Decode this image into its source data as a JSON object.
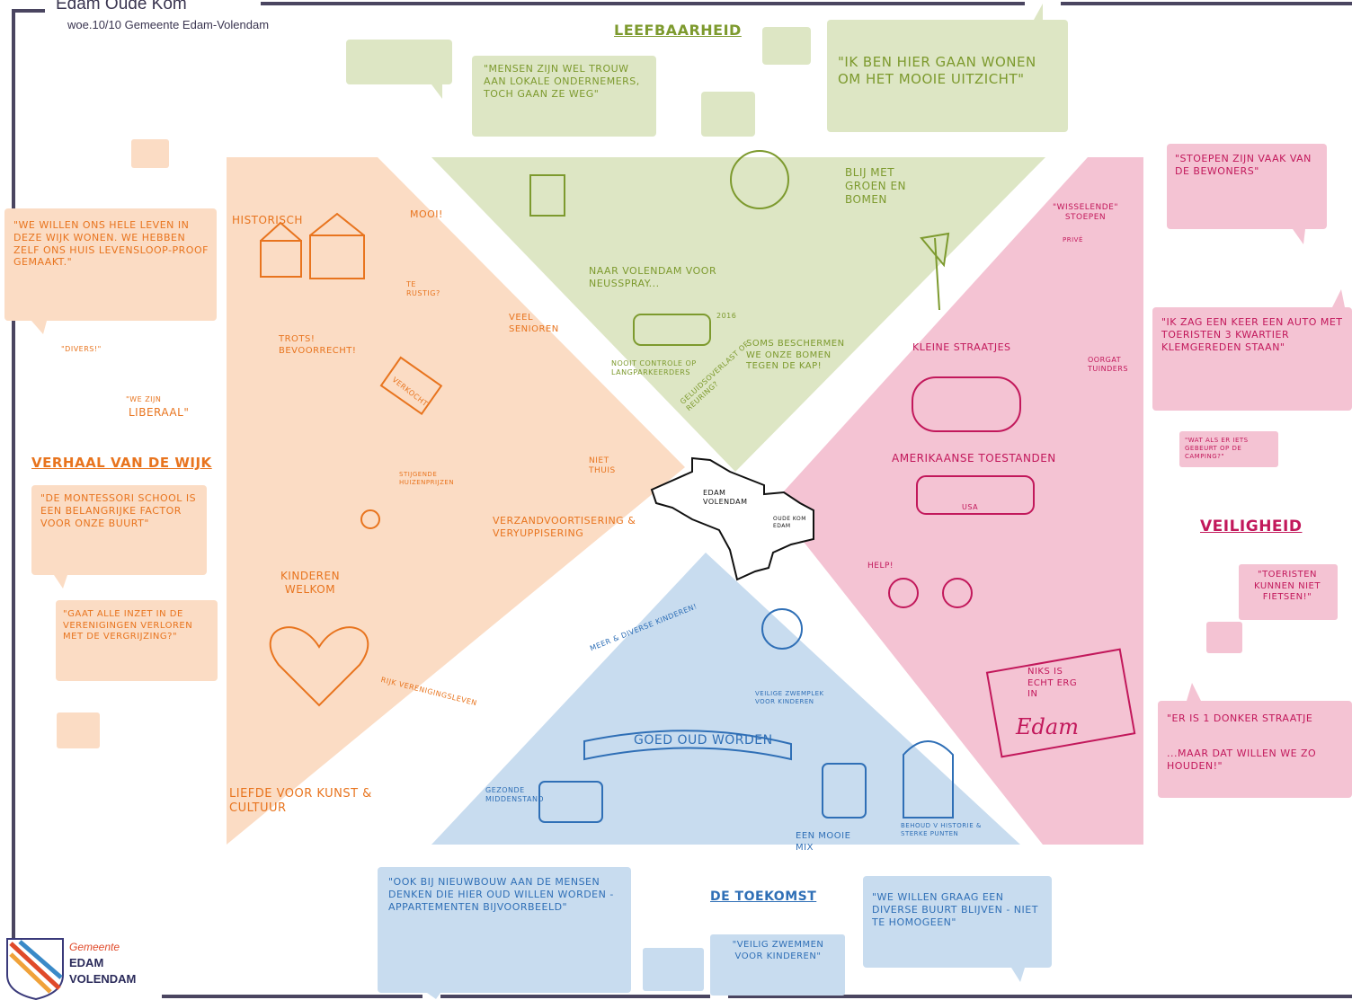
{
  "header": {
    "title": "Edam Oude Kom",
    "subtitle": "woe.10/10 Gemeente Edam-Volendam"
  },
  "colors": {
    "frame": "#4a4560",
    "orange_fill": "#fbdcc4",
    "orange_ink": "#e8741e",
    "green_fill": "#dde6c4",
    "green_ink": "#7d9a2e",
    "pink_fill": "#f4c3d3",
    "pink_ink": "#c2185b",
    "blue_fill": "#c8dcef",
    "blue_ink": "#2f6fb6"
  },
  "leefbaarheid": {
    "title": "LEEFBAARHEID",
    "quote_1": "\"MENSEN ZIJN WEL TROUW AAN LOKALE ONDERNEMERS, TOCH GAAN ZE WEG\"",
    "quote_2": "\"IK BEN HIER GAAN WONEN OM HET MOOIE UITZICHT\"",
    "label_neusspray": "NAAR VOLENDAM VOOR NEUSSPRAY...",
    "label_groen": "BLIJ MET GROEN EN BOMEN",
    "label_controle": "NOOIT CONTROLE OP LANGPARKEERDERS",
    "label_year": "2016",
    "label_bomen": "SOMS BESCHERMEN WE ONZE BOMEN TEGEN DE KAP!",
    "label_geluid": "GELUIDSOVERLAST of REURING?"
  },
  "verhaal": {
    "title": "VERHAAL VAN DE WIJK",
    "quote_1": "\"WE WILLEN ONS HELE LEVEN IN DEZE WIJK WONEN. WE HEBBEN ZELF ONS HUIS LEVENSLOOP-PROOF GEMAAKT.\"",
    "quote_divers": "\"DIVERS!\"",
    "quote_liberaal_a": "\"WE ZIJN",
    "quote_liberaal_b": "LIBERAAL\"",
    "quote_2": "\"DE MONTESSORI SCHOOL IS EEN BELANGRIJKE FACTOR VOOR ONZE BUURT\"",
    "quote_3": "\"GAAT ALLE INZET IN DE VERENIGINGEN VERLOREN MET DE VERGRIJZING?\"",
    "label_historisch": "HISTORISCH",
    "label_mooi": "MOOI!",
    "label_rustig": "TE RUSTIG?",
    "label_senioren": "VEEL SENIOREN",
    "label_trots": "TROTS! BEVOORRECHT!",
    "label_verkocht": "VERKOCHT",
    "label_prijzen": "STIJGENDE HUIZENPRIJZEN",
    "label_niet_thuis": "NIET THUIS",
    "label_verzand": "VERZANDVOORTISERING & VERYUPPISERING",
    "label_kinderen": "KINDEREN WELKOM",
    "label_vereniging": "RIJK VERENIGINGSLEVEN",
    "label_kunst": "LIEFDE VOOR KUNST & CULTUUR"
  },
  "veiligheid": {
    "title": "VEILIGHEID",
    "quote_1": "\"STOEPEN ZIJN VAAK VAN DE BEWONERS\"",
    "quote_2": "\"IK ZAG EEN KEER EEN AUTO MET TOERISTEN 3 KWARTIER KLEMGEREDEN STAAN\"",
    "quote_3": "\"WAT ALS ER IETS GEBEURT OP DE CAMPING?\"",
    "quote_4": "\"TOERISTEN KUNNEN NIET FIETSEN!\"",
    "quote_5a": "\"ER IS 1 DONKER STRAATJE",
    "quote_5b": "...MAAR DAT WILLEN WE ZO HOUDEN!\"",
    "label_stoepen": "\"WISSELENDE\" STOEPEN",
    "label_prive": "PRIVÉ",
    "label_straatjes": "KLEINE STRAATJES",
    "label_oorgat": "OORGAT TUINDERS",
    "label_amerikaans": "AMERIKAANSE TOESTANDEN",
    "label_usa": "USA",
    "label_help": "HELP!",
    "label_niks_a": "NIKS IS ECHT ERG IN",
    "label_niks_b": "Edam"
  },
  "toekomst": {
    "title": "DE TOEKOMST",
    "quote_1": "\"OOK BIJ NIEUWBOUW AAN DE MENSEN DENKEN DIE HIER OUD WILLEN WORDEN - APPARTEMENTEN BIJVOORBEELD\"",
    "quote_2": "\"VEILIG ZWEMMEN VOOR KINDEREN\"",
    "quote_3": "\"WE WILLEN GRAAG EEN DIVERSE BUURT BLIJVEN - NIET TE HOMOGEEN\"",
    "label_meer": "MEER & DIVERSE KINDEREN!",
    "label_zwem": "VEILIGE ZWEMPLEK VOOR KINDEREN",
    "label_goed": "GOED OUD WORDEN",
    "label_gezonde": "GEZONDE MIDDENSTAND",
    "label_mix": "EEN MOOIE MIX",
    "label_behoud": "BEHOUD v HISTORIE & STERKE PUNTEN"
  },
  "map": {
    "label_volendam": "EDAM VOLENDAM",
    "label_oude_kom": "OUDE KOM EDAM"
  },
  "logo": {
    "line_1": "Gemeente",
    "line_2": "EDAM",
    "line_3": "VOLENDAM"
  }
}
